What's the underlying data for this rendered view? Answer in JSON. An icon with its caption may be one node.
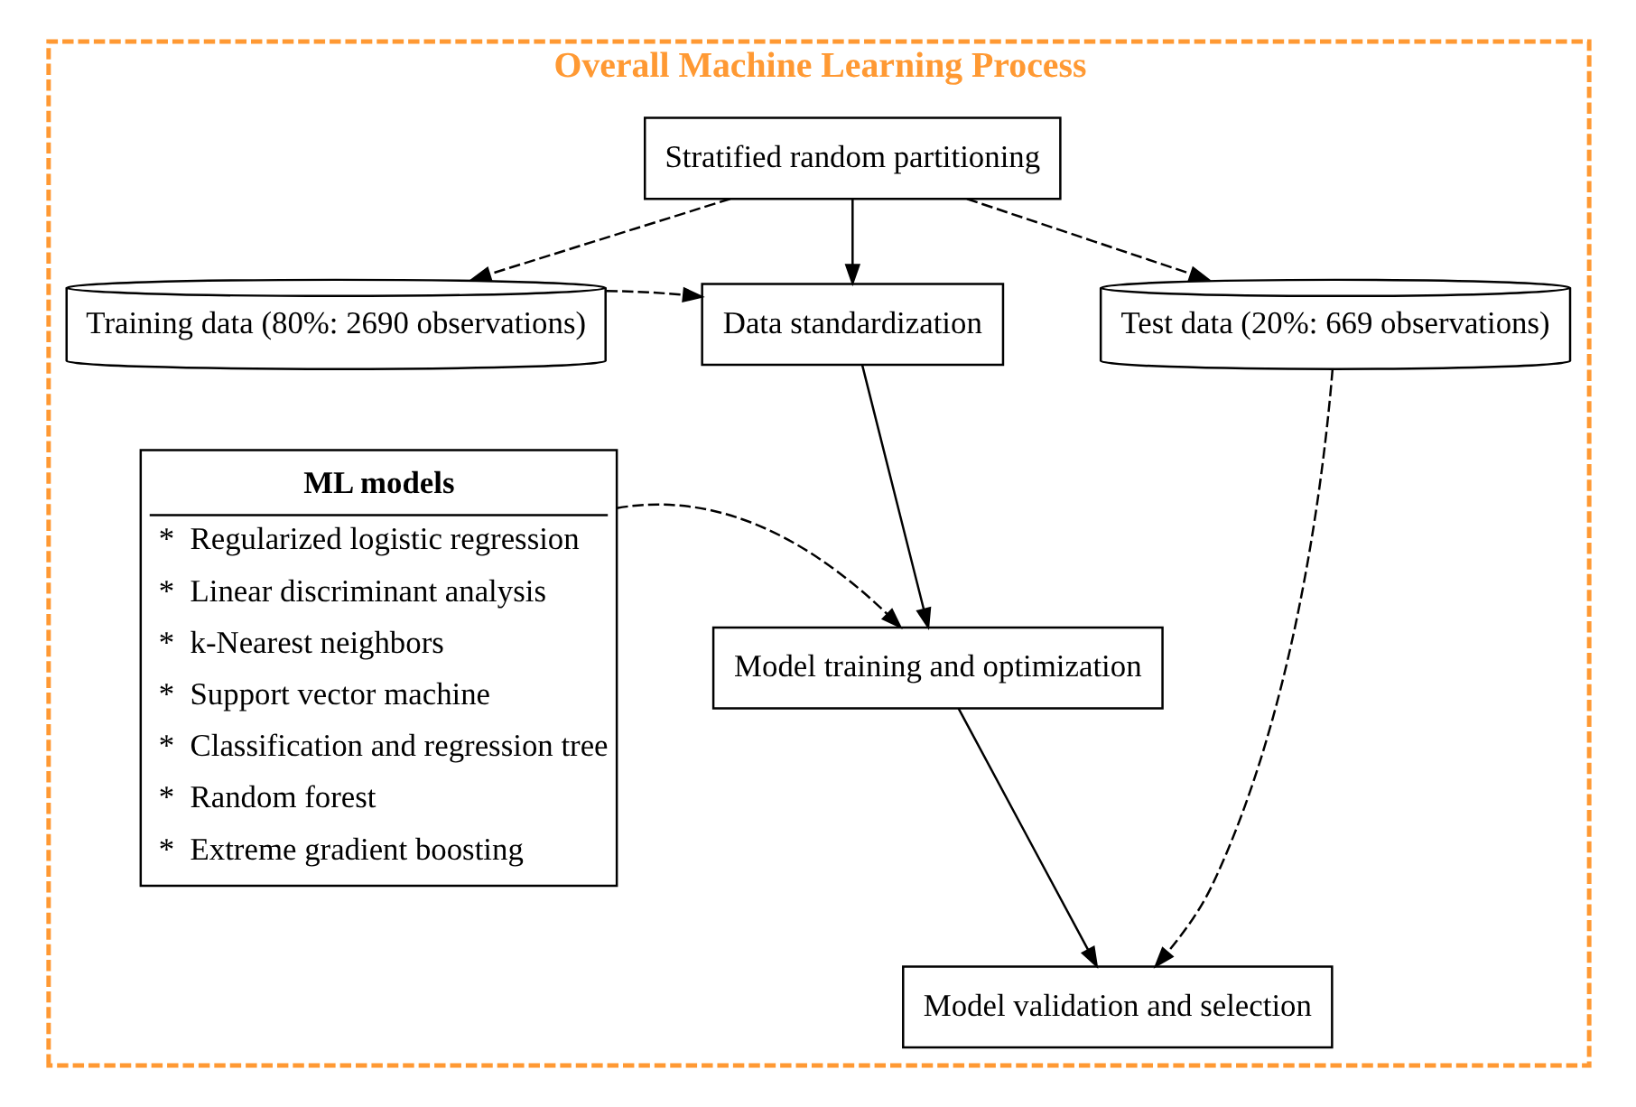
{
  "diagram": {
    "nodes": [
      {
        "text": [
          "Overall Machine Learning Process"
        ]
      },
      {
        "text": [
          "Stratified random partitioning"
        ],
        "in": 0
      },
      {
        "text": [
          "Training data (80%: 2690 observations)"
        ],
        "in": 0
      },
      {
        "text": [
          "Data standardization"
        ],
        "in": 0
      },
      {
        "text": [
          "Test data (20%: 669 observations)"
        ],
        "in": 0
      },
      {
        "text": [
          "ML models",
          "*  Regularized logistic regression",
          "*  Linear discriminant analysis",
          "*  k-Nearest neighbors",
          "*  Support vector machine",
          "*  Classification and regression tree",
          "*  Random forest",
          "*  Extreme gradient boosting"
        ],
        "in": 0
      },
      {
        "text": [
          "Model training and optimization"
        ],
        "in": 0
      },
      {
        "text": [
          "Model validation and selection"
        ],
        "in": 0
      }
    ],
    "edges": [
      {
        "from": 1,
        "to": 2,
        "arrow": "to",
        "style": "dashed"
      },
      {
        "from": 1,
        "to": 3,
        "arrow": "to"
      },
      {
        "from": 1,
        "to": 4,
        "arrow": "to",
        "style": "dashed"
      },
      {
        "from": 2,
        "to": 3,
        "arrow": "to",
        "style": "dashed"
      },
      {
        "from": 3,
        "to": 6,
        "arrow": "to"
      },
      {
        "from": 5,
        "to": 6,
        "arrow": "to",
        "style": "dashed"
      },
      {
        "from": 6,
        "to": 7,
        "arrow": "to"
      },
      {
        "from": 4,
        "to": 7,
        "arrow": "to",
        "style": "dashed"
      }
    ]
  }
}
